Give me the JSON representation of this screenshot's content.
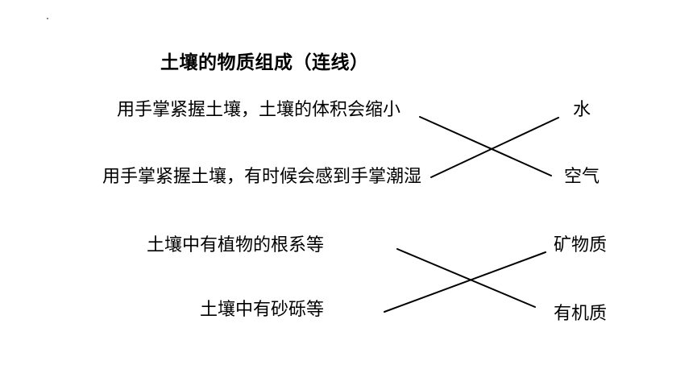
{
  "title": "土壤的物质组成（连线）",
  "statements": [
    "用手掌紧握土壤，土壤的体积会缩小",
    "用手掌紧握土壤，有时候会感到手掌潮湿",
    "土壤中有植物的根系等",
    "土壤中有砂砾等"
  ],
  "answers": [
    "水",
    "空气",
    "矿物质",
    "有机质"
  ],
  "connections": [
    {
      "statement": "用手掌紧握土壤，土壤的体积会缩小",
      "answer": "空气"
    },
    {
      "statement": "用手掌紧握土壤，有时候会感到手掌潮湿",
      "answer": "水"
    },
    {
      "statement": "土壤中有植物的根系等",
      "answer": "有机质"
    },
    {
      "statement": "土壤中有砂砾等",
      "answer": "矿物质"
    }
  ]
}
